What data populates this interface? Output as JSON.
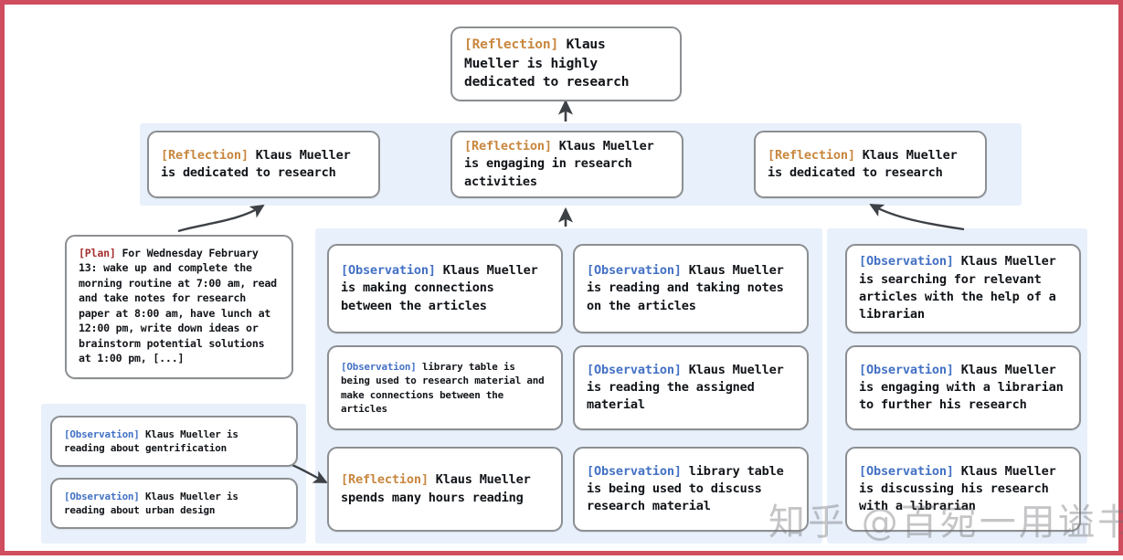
{
  "frame": {
    "border_color": "#cf4d5e"
  },
  "colors": {
    "panel_bg": "#e8f0fb",
    "card_border": "#8c8f92",
    "reflection_tag": "#c8873f",
    "observation_tag": "#4371c4",
    "plan_tag": "#a53030",
    "arrow": "#3d4146"
  },
  "tags": {
    "reflection": "[Reflection]",
    "observation": "[Observation]",
    "plan": "[Plan]"
  },
  "top_node": {
    "tag": "[Reflection]",
    "text": "Klaus Mueller is highly dedicated to research"
  },
  "reflection_row": [
    {
      "tag": "[Reflection]",
      "text": "Klaus Mueller is dedicated to research"
    },
    {
      "tag": "[Reflection]",
      "text": "Klaus Mueller is engaging in research activities"
    },
    {
      "tag": "[Reflection]",
      "text": "Klaus Mueller is dedicated to research"
    }
  ],
  "plan_node": {
    "tag": "[Plan]",
    "text": "For Wednesday February 13: wake up and complete the morning routine at 7:00 am, read and take notes for research paper at 8:00 am, have lunch at 12:00 pm, write down ideas or brainstorm potential solutions at 1:00 pm, [...]"
  },
  "bottom_left_group": [
    {
      "tag": "[Observation]",
      "text": "Klaus Mueller is reading about gentrification"
    },
    {
      "tag": "[Observation]",
      "text": "Klaus Mueller is reading about urban design"
    }
  ],
  "column_1": [
    {
      "tag": "[Observation]",
      "text": "Klaus Mueller is making connections between the articles"
    },
    {
      "tag": "[Observation]",
      "text": "library table is being used to research material and make connections between the articles"
    },
    {
      "tag": "[Reflection]",
      "text": "Klaus Mueller spends many hours reading"
    }
  ],
  "column_2": [
    {
      "tag": "[Observation]",
      "text": "Klaus Mueller is reading and taking notes on the articles"
    },
    {
      "tag": "[Observation]",
      "text": "Klaus Mueller is reading the assigned material"
    },
    {
      "tag": "[Observation]",
      "text": "library table is being used to discuss research material"
    }
  ],
  "column_3": [
    {
      "tag": "[Observation]",
      "text": "Klaus Mueller is searching for relevant articles with the help of a librarian"
    },
    {
      "tag": "[Observation]",
      "text": "Klaus Mueller is engaging with a librarian to further his research"
    },
    {
      "tag": "[Observation]",
      "text": "Klaus Mueller is discussing his research with a librarian"
    }
  ],
  "watermark": {
    "text": "知乎 @百宛一用谥书生"
  }
}
